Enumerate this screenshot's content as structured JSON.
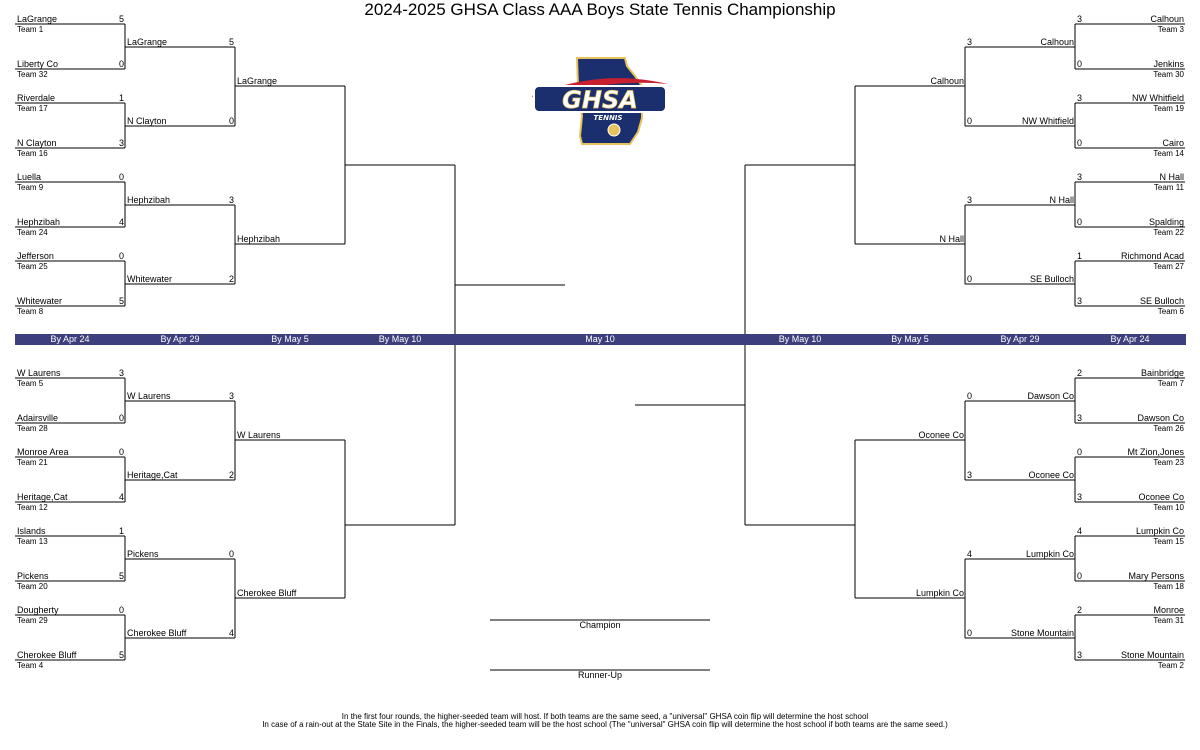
{
  "title": "2024-2025 GHSA Class AAA Boys State Tennis Championship",
  "logo": {
    "text": "GHSA",
    "subtext": "TENNIS",
    "colors": {
      "navy": "#1b2f6e",
      "red": "#c8202f",
      "gold": "#e8c25a",
      "white": "#ffffff"
    }
  },
  "colors": {
    "date_bar": "#3d3f7d",
    "lines": "#000000"
  },
  "dates": {
    "left": [
      "By Apr 24",
      "By Apr 29",
      "By May 5",
      "By May 10"
    ],
    "center": "May 10",
    "right": [
      "By May 10",
      "By May 5",
      "By Apr 29",
      "By Apr 24"
    ]
  },
  "left_r1": [
    {
      "name": "LaGrange",
      "seed": "Team 1",
      "score": "5"
    },
    {
      "name": "Liberty Co",
      "seed": "Team 32",
      "score": "0"
    },
    {
      "name": "Riverdale",
      "seed": "Team 17",
      "score": "1"
    },
    {
      "name": "N Clayton",
      "seed": "Team 16",
      "score": "3"
    },
    {
      "name": "Luella",
      "seed": "Team 9",
      "score": "0"
    },
    {
      "name": "Hephzibah",
      "seed": "Team 24",
      "score": "4"
    },
    {
      "name": "Jefferson",
      "seed": "Team 25",
      "score": "0"
    },
    {
      "name": "Whitewater",
      "seed": "Team 8",
      "score": "5"
    },
    {
      "name": "W Laurens",
      "seed": "Team 5",
      "score": "3"
    },
    {
      "name": "Adairsville",
      "seed": "Team 28",
      "score": "0"
    },
    {
      "name": "Monroe Area",
      "seed": "Team 21",
      "score": "0"
    },
    {
      "name": "Heritage,Cat",
      "seed": "Team 12",
      "score": "4"
    },
    {
      "name": "Islands",
      "seed": "Team 13",
      "score": "1"
    },
    {
      "name": "Pickens",
      "seed": "Team 20",
      "score": "5"
    },
    {
      "name": "Dougherty",
      "seed": "Team 29",
      "score": "0"
    },
    {
      "name": "Cherokee Bluff",
      "seed": "Team 4",
      "score": "5"
    }
  ],
  "left_r2": [
    {
      "name": "LaGrange",
      "score": "5"
    },
    {
      "name": "N Clayton",
      "score": "0"
    },
    {
      "name": "Hephzibah",
      "score": "3"
    },
    {
      "name": "Whitewater",
      "score": "2"
    },
    {
      "name": "W Laurens",
      "score": "3"
    },
    {
      "name": "Heritage,Cat",
      "score": "2"
    },
    {
      "name": "Pickens",
      "score": "0"
    },
    {
      "name": "Cherokee Bluff",
      "score": "4"
    }
  ],
  "left_r3": [
    {
      "name": "LaGrange"
    },
    {
      "name": "Hephzibah"
    },
    {
      "name": "W Laurens"
    },
    {
      "name": "Cherokee Bluff"
    }
  ],
  "right_r1": [
    {
      "name": "Calhoun",
      "seed": "Team 3",
      "score": "3"
    },
    {
      "name": "Jenkins",
      "seed": "Team 30",
      "score": "0"
    },
    {
      "name": "NW Whitfield",
      "seed": "Team 19",
      "score": "3"
    },
    {
      "name": "Cairo",
      "seed": "Team 14",
      "score": "0"
    },
    {
      "name": "N Hall",
      "seed": "Team 11",
      "score": "3"
    },
    {
      "name": "Spalding",
      "seed": "Team 22",
      "score": "0"
    },
    {
      "name": "Richmond Acad",
      "seed": "Team 27",
      "score": "1"
    },
    {
      "name": "SE Bulloch",
      "seed": "Team 6",
      "score": "3"
    },
    {
      "name": "Bainbridge",
      "seed": "Team 7",
      "score": "2"
    },
    {
      "name": "Dawson Co",
      "seed": "Team 26",
      "score": "3"
    },
    {
      "name": "Mt Zion,Jones",
      "seed": "Team 23",
      "score": "0"
    },
    {
      "name": "Oconee Co",
      "seed": "Team 10",
      "score": "3"
    },
    {
      "name": "Lumpkin Co",
      "seed": "Team 15",
      "score": "4"
    },
    {
      "name": "Mary Persons",
      "seed": "Team 18",
      "score": "0"
    },
    {
      "name": "Monroe",
      "seed": "Team 31",
      "score": "2"
    },
    {
      "name": "Stone Mountain",
      "seed": "Team 2",
      "score": "3"
    }
  ],
  "right_r2": [
    {
      "name": "Calhoun",
      "score": "3"
    },
    {
      "name": "NW Whitfield",
      "score": "0"
    },
    {
      "name": "N Hall",
      "score": "3"
    },
    {
      "name": "SE Bulloch",
      "score": "0"
    },
    {
      "name": "Dawson Co",
      "score": "0"
    },
    {
      "name": "Oconee Co",
      "score": "3"
    },
    {
      "name": "Lumpkin Co",
      "score": "4"
    },
    {
      "name": "Stone Mountain",
      "score": "0"
    }
  ],
  "right_r3": [
    {
      "name": "Calhoun"
    },
    {
      "name": "N Hall"
    },
    {
      "name": "Oconee Co"
    },
    {
      "name": "Lumpkin Co"
    }
  ],
  "champion_label": "Champion",
  "runner_up_label": "Runner-Up",
  "footer": [
    "In the first four rounds, the higher-seeded team will host.  If both teams are the same seed, a \"universal\" GHSA coin flip will determine the host school",
    "In case of a rain-out at the State Site in the Finals, the higher-seeded team will be the host school (The \"universal\" GHSA coin flip will determine the host school if both teams are the same seed.)"
  ]
}
